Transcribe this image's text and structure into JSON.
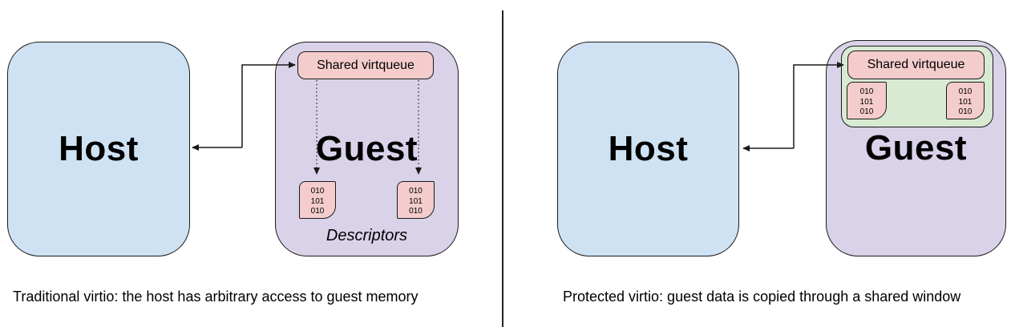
{
  "colors": {
    "host_fill": "#cfe2f3",
    "guest_fill": "#d9d2e9",
    "virtqueue_fill": "#f4cccc",
    "descriptor_fill": "#f4cccc",
    "shared_window_fill": "#d9ead3",
    "stroke": "#1a1a1a"
  },
  "panels": [
    {
      "name": "traditional-virtio",
      "host_label": "Host",
      "guest_label": "Guest",
      "virtqueue_label": "Shared virtqueue",
      "descriptors_label": "Descriptors",
      "descriptor_boxes": [
        {
          "lines": [
            "010",
            "101",
            "010"
          ]
        },
        {
          "lines": [
            "010",
            "101",
            "010"
          ]
        }
      ],
      "caption": "Traditional virtio: the host has arbitrary access to guest memory"
    },
    {
      "name": "protected-virtio",
      "host_label": "Host",
      "guest_label": "Guest",
      "virtqueue_label": "Shared virtqueue",
      "descriptor_boxes": [
        {
          "lines": [
            "010",
            "101",
            "010"
          ]
        },
        {
          "lines": [
            "010",
            "101",
            "010"
          ]
        }
      ],
      "caption": "Protected virtio: guest data is copied through a shared window"
    }
  ]
}
